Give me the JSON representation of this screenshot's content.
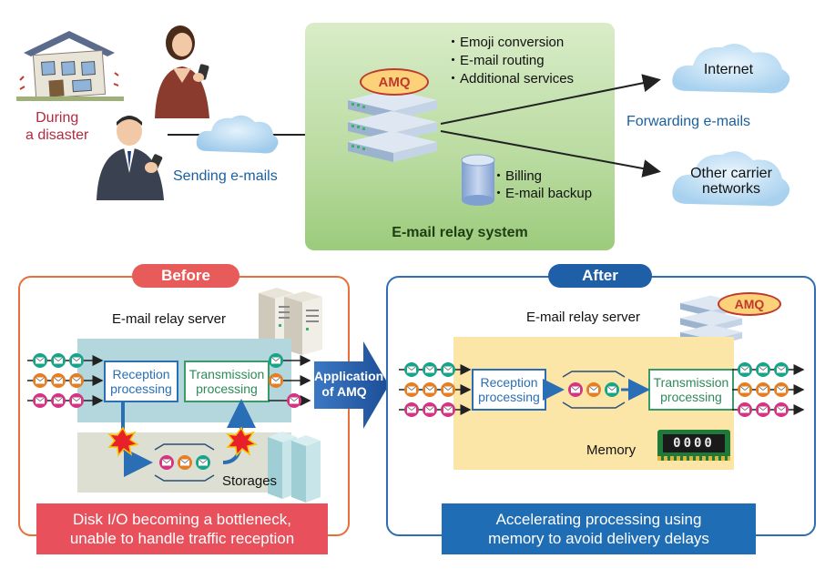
{
  "top": {
    "disaster_label_line1": "During",
    "disaster_label_line2": "a disaster",
    "sending_label": "Sending e-mails",
    "system_title": "E-mail relay system",
    "amq_label": "AMQ",
    "features": [
      "・Emoji conversion",
      "・E-mail routing",
      "・Additional services"
    ],
    "db_items": [
      "・Billing",
      "・E-mail backup"
    ],
    "internet_label": "Internet",
    "forwarding_label": "Forwarding e-mails",
    "other_carrier_line1": "Other carrier",
    "other_carrier_line2": "networks"
  },
  "before": {
    "tab": "Before",
    "server_label": "E-mail relay server",
    "reception_line1": "Reception",
    "reception_line2": "processing",
    "transmission_line1": "Transmission",
    "transmission_line2": "processing",
    "storages_label": "Storages",
    "banner_line1": "Disk I/O becoming a bottleneck,",
    "banner_line2": "unable to handle traffic reception"
  },
  "middle": {
    "line1": "Application",
    "line2": "of AMQ"
  },
  "after": {
    "tab": "After",
    "server_label": "E-mail relay server",
    "amq_label": "AMQ",
    "reception_line1": "Reception",
    "reception_line2": "processing",
    "transmission_line1": "Transmission",
    "transmission_line2": "processing",
    "memory_label": "Memory",
    "memory_chip_text": "0000",
    "banner_line1": "Accelerating processing using",
    "banner_line2": "memory to avoid delivery delays"
  },
  "colors": {
    "mail_green": "#17a589",
    "mail_orange": "#e67e22",
    "mail_pink": "#d63384",
    "before_border": "#e86e3a",
    "after_border": "#2f6db5"
  }
}
